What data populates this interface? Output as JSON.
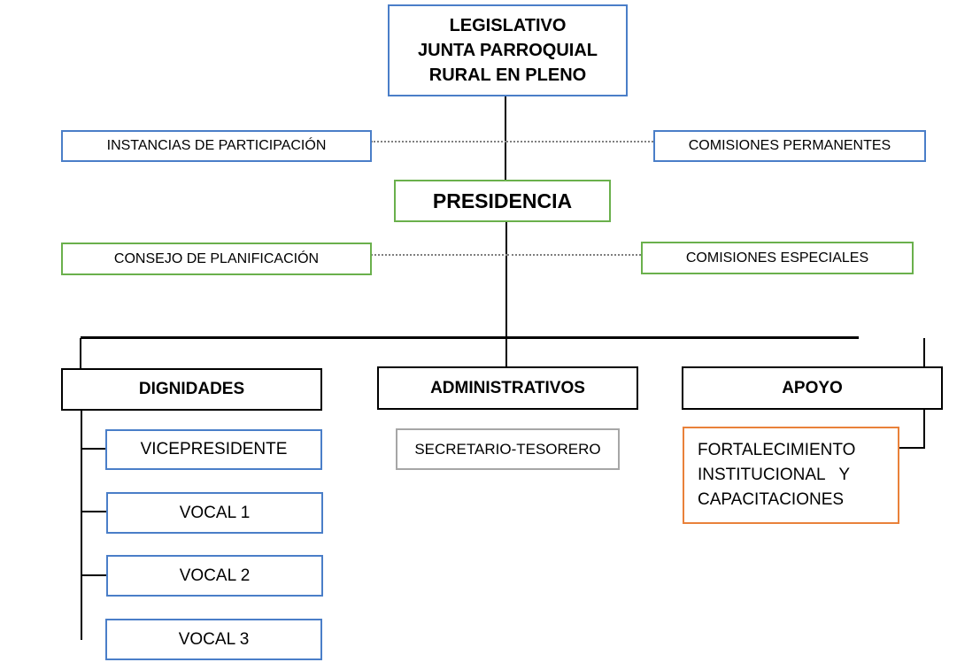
{
  "top": {
    "lines": [
      "LEGISLATIVO",
      "JUNTA PARROQUIAL",
      "RURAL EN PLENO"
    ]
  },
  "side_top_left": "INSTANCIAS DE PARTICIPACIÓN",
  "side_top_right": "COMISIONES  PERMANENTES",
  "presidencia": "PRESIDENCIA",
  "side_mid_left": "CONSEJO DE PLANIFICACIÓN",
  "side_mid_right": "COMISIONES  ESPECIALES",
  "groups": {
    "dignidades": "DIGNIDADES",
    "administrativos": "ADMINISTRATIVOS",
    "apoyo": "APOYO"
  },
  "dignidades_items": [
    "VICEPRESIDENTE",
    "VOCAL 1",
    "VOCAL 2",
    "VOCAL 3"
  ],
  "administrativos_items": [
    "SECRETARIO-TESORERO"
  ],
  "apoyo_items": {
    "lines": [
      "FORTALECIMIENTO",
      "INSTITUCIONAL   Y",
      "CAPACITACIONES"
    ]
  },
  "colors": {
    "blue": "#4a7ec8",
    "green": "#6ab04c",
    "black": "#000000",
    "gray": "#a6a6a6",
    "orange": "#e9813a"
  }
}
